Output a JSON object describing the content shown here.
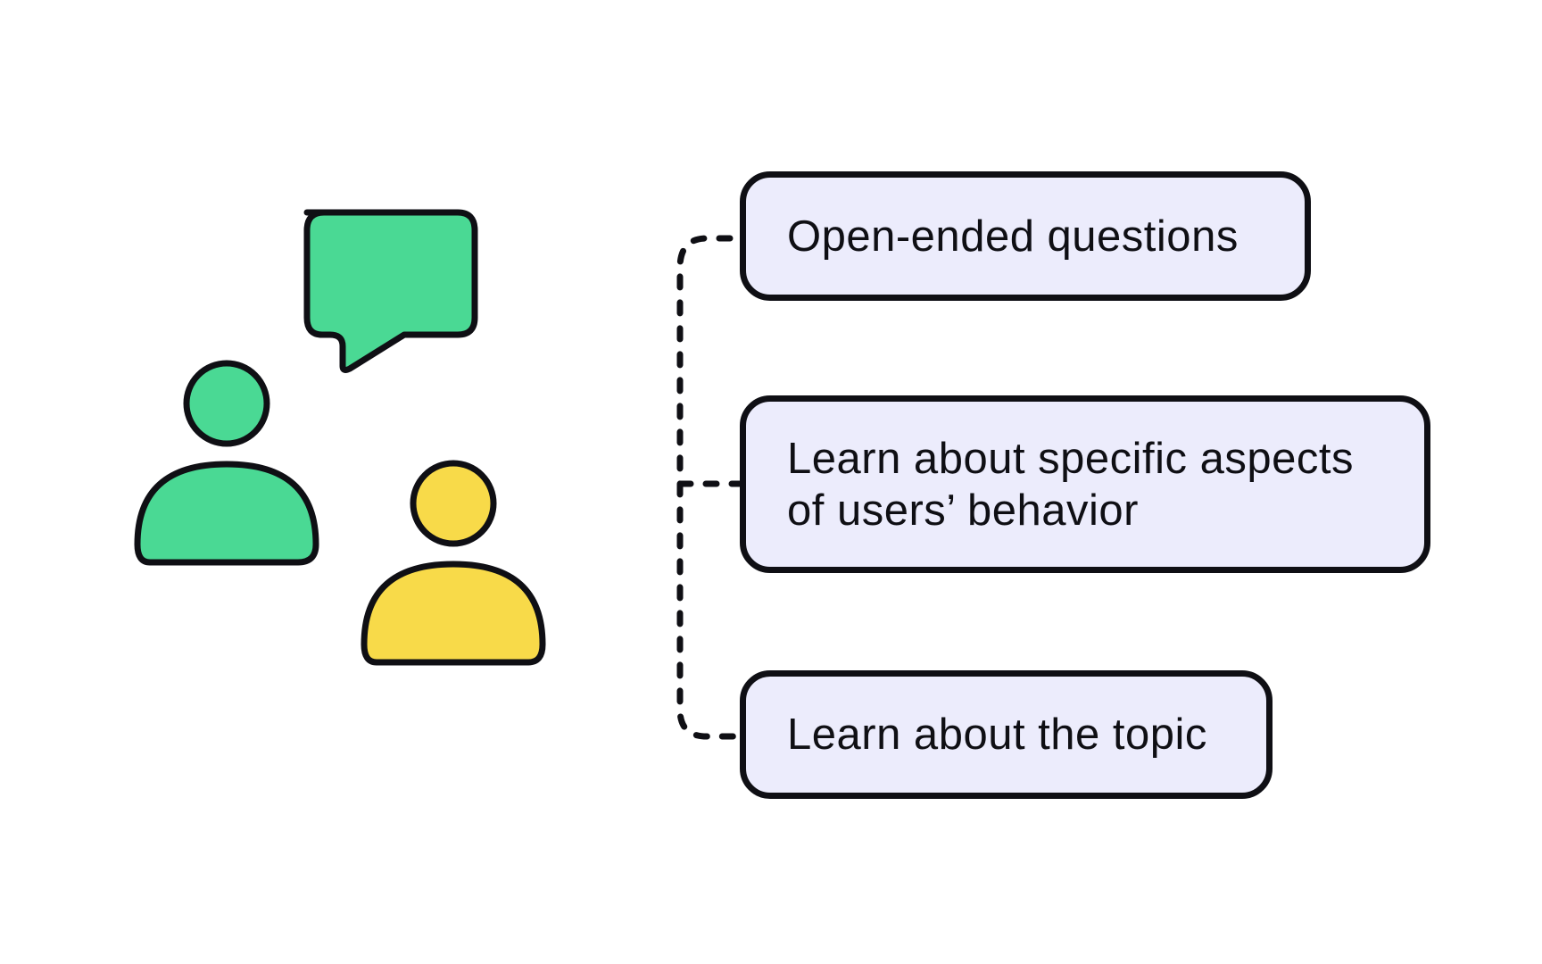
{
  "colors": {
    "outline": "#0f0f14",
    "person_left_fill": "#4ad994",
    "person_right_fill": "#f8da49",
    "speech_bubble_fill": "#4ad994",
    "box_fill": "#ececfc",
    "background": "#ffffff"
  },
  "icons": [
    "speech-bubble-icon",
    "person-icon",
    "person-icon"
  ],
  "boxes": [
    {
      "text": "Open-ended questions"
    },
    {
      "text": "Learn about specific aspects\nof users’ behavior"
    },
    {
      "text": "Learn about the topic"
    }
  ]
}
